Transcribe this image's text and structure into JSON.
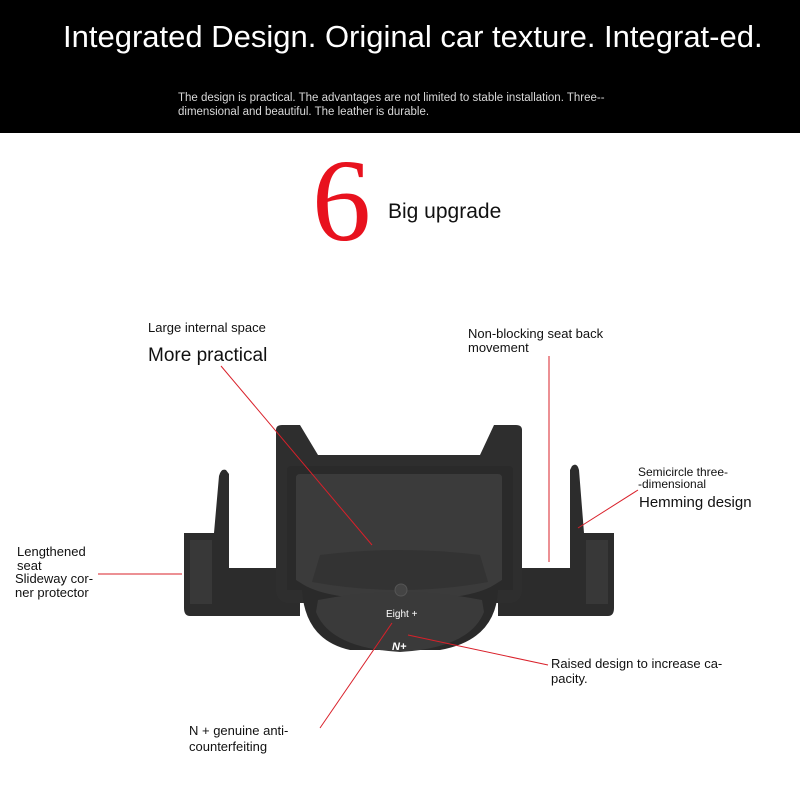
{
  "header": {
    "title": "Integrated Design. Original car texture. Integrat-ed.",
    "subtitle": "The design is practical. The advantages are not limited to stable installation. Three--dimensional and beautiful. The leather is durable."
  },
  "upgrade": {
    "number": "6",
    "label": "Big upgrade"
  },
  "callouts": {
    "internal_space_small": "Large internal space",
    "internal_space_large": "More practical",
    "non_blocking_line1": "Non-blocking seat back",
    "non_blocking_line2": "movement",
    "semicircle_line1": "Semicircle three-",
    "semicircle_line2": "-dimensional",
    "hemming": "Hemming design",
    "lengthened_line1": "Lengthened",
    "lengthened_line2": "seat",
    "slideway_line1": "Slideway cor-",
    "slideway_line2": "ner protector",
    "raised_line1": "Raised design to increase ca-",
    "raised_line2": "pacity.",
    "genuine_line1": "N + genuine anti-",
    "genuine_line2": "counterfeiting"
  },
  "product": {
    "mark_text": "Eight +",
    "logo_text": "N+"
  },
  "colors": {
    "header_bg": "#000000",
    "accent_red": "#e8121e",
    "leader_line": "#d9202a",
    "product_body": "#2e2e2e"
  }
}
